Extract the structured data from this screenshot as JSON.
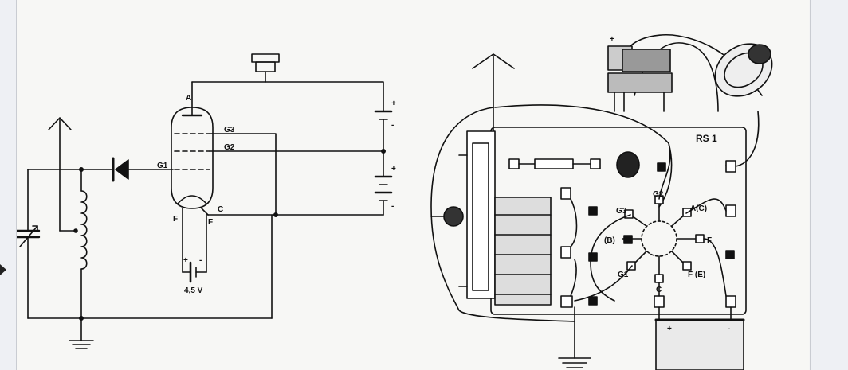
{
  "schematic_labels": {
    "anode": "A",
    "grid3": "G3",
    "grid2": "G2",
    "grid1": "G1",
    "filament": "F",
    "filament2": "F",
    "cathode": "C",
    "battery_plus_top": "+",
    "battery_minus_top": "-",
    "battery_plus_mid": "+",
    "battery_minus_mid": "-",
    "filament_batt_plus": "+",
    "filament_batt_minus": "-",
    "filament_voltage": "4,5 V"
  },
  "wiring_labels": {
    "board_id": "RS 1",
    "socket_g2": "G2",
    "socket_g3": "G3",
    "socket_ac": "A(C)",
    "socket_b": "(B)",
    "socket_f": "F",
    "socket_g1": "G1",
    "socket_fe": "F (E)",
    "socket_c": "C",
    "phones_plus": "+",
    "battery_plus": "+",
    "battery_minus": "-"
  },
  "colors": {
    "ink": "#111111",
    "paper": "#f7f7f5",
    "frame": "#eef0f4"
  }
}
